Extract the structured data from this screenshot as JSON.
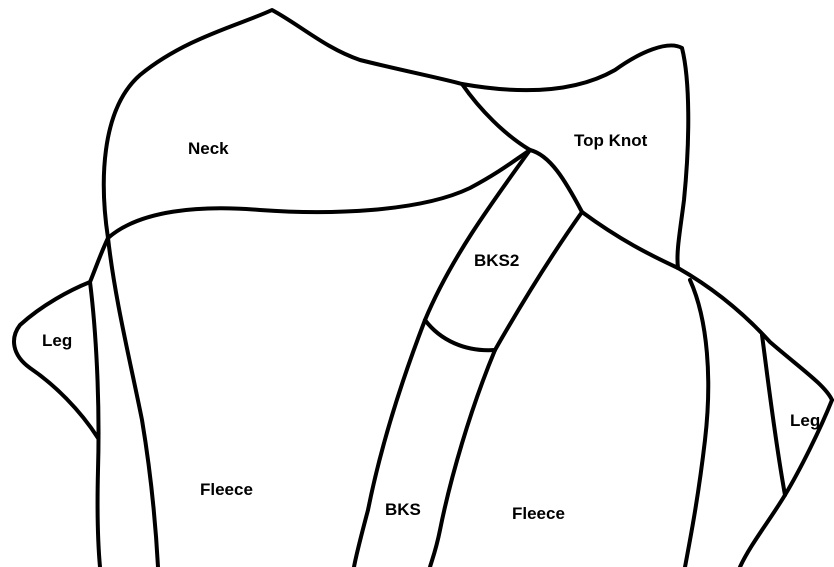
{
  "diagram": {
    "stroke_color": "#000000",
    "background_color": "#ffffff",
    "labels": {
      "neck": "Neck",
      "top_knot": "Top Knot",
      "bks2": "BKS2",
      "leg_left": "Leg",
      "leg_right": "Leg",
      "fleece_left": "Fleece",
      "bks": "BKS",
      "fleece_right": "Fleece"
    }
  }
}
